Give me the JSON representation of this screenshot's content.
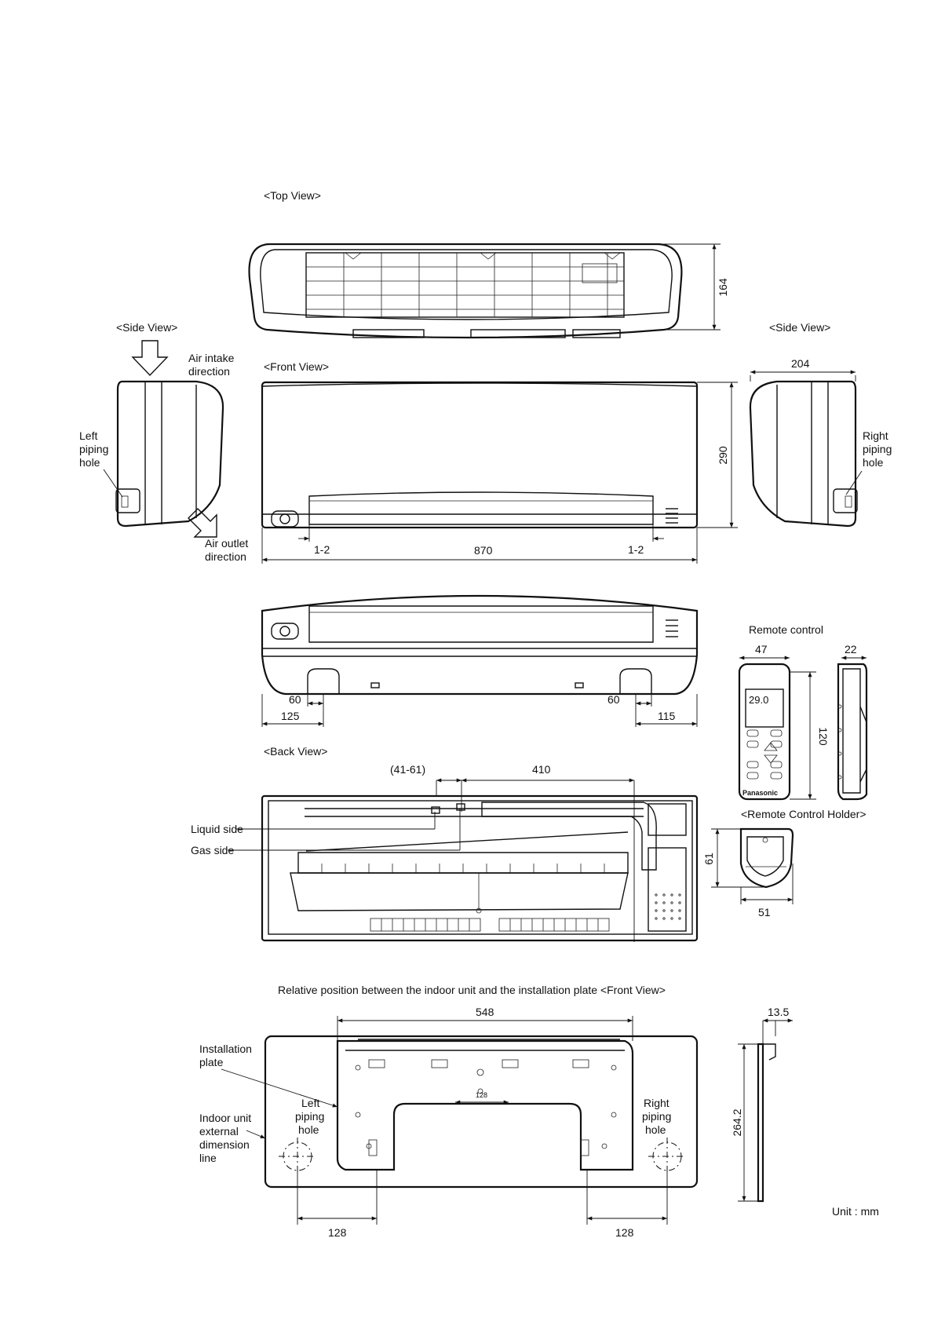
{
  "views": {
    "top": "<Top View>",
    "side_left": "<Side View>",
    "side_right": "<Side View>",
    "front": "<Front View>",
    "back": "<Back View>"
  },
  "labels": {
    "air_intake_1": "Air intake",
    "air_intake_2": "direction",
    "air_outlet_1": "Air outlet",
    "air_outlet_2": "direction",
    "left_hole_1": "Left",
    "left_hole_2": "piping",
    "left_hole_3": "hole",
    "right_hole_1": "Right",
    "right_hole_2": "piping",
    "right_hole_3": "hole",
    "liquid_side": "Liquid side",
    "gas_side": "Gas side",
    "remote_control": "Remote control",
    "remote_holder": "<Remote Control Holder>",
    "remote_brand": "Panasonic",
    "relative_position": "Relative position between the indoor unit and the installation plate <Front View>",
    "install_plate_1": "Installation",
    "install_plate_2": "plate",
    "indoor_line_1": "Indoor unit",
    "indoor_line_2": "external",
    "indoor_line_3": "dimension",
    "indoor_line_4": "line",
    "plate_left_1": "Left",
    "plate_left_2": "piping",
    "plate_left_3": "hole",
    "plate_right_1": "Right",
    "plate_right_2": "piping",
    "plate_right_3": "hole",
    "unit": "Unit : mm"
  },
  "dims": {
    "top_depth": "164",
    "side_depth": "204",
    "height": "290",
    "width": "870",
    "gap_left": "1-2",
    "gap_right": "1-2",
    "bottom_left_60": "60",
    "bottom_right_60": "60",
    "bottom_left_125": "125",
    "bottom_right_115": "115",
    "back_41_61": "(41-61)",
    "back_410": "410",
    "remote_w": "47",
    "remote_d": "22",
    "remote_h": "120",
    "holder_h": "61",
    "holder_w": "51",
    "plate_548": "548",
    "plate_13_5": "13.5",
    "plate_264_2": "264.2",
    "plate_128_left": "128",
    "plate_128_right": "128",
    "plate_128_center": "128"
  }
}
